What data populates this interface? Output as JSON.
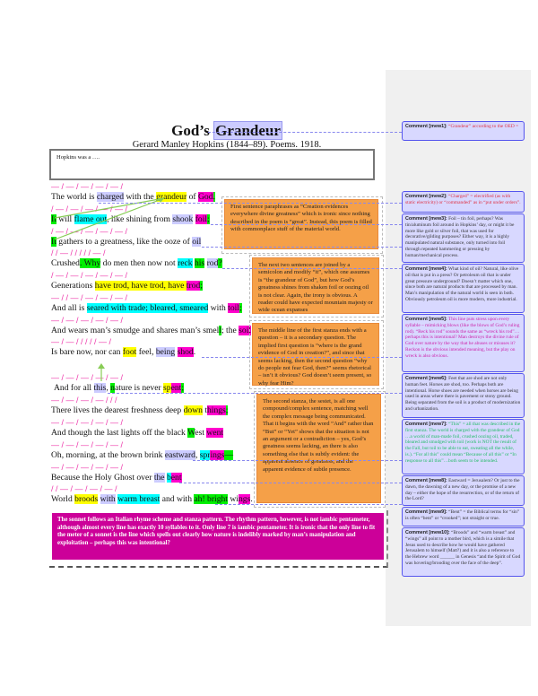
{
  "document": {
    "title_prefix": "God’s ",
    "title_highlight": "Grandeur",
    "subtitle": "Gerard Manley Hopkins (1844–89).  Poems.  1918.",
    "notebox_text": "Hopkins was a ….",
    "poem_lines": [
      {
        "scan": "—  /  — /  —  /  — /  —  /"
      },
      {
        "scan": "/   —  /  —  /  —  /  —  /  —  /"
      },
      {
        "scan": "/  —  /  —  /  —  /  —  /  —  /"
      },
      {
        "scan": "/  /  —  /  /  /  /  /  —  /"
      },
      {
        "scan": "/  — /  —  /  —  /  —  /  —  /"
      },
      {
        "scan": "—  /  /  —  /  —  /  —  /  —  /"
      },
      {
        "scan": "—  /  —  /  —  /  —  /  —  /"
      },
      {
        "scan": "—  /  —  /  /  /  /  /  —  /"
      },
      {
        "scan": "—  /  —  /  —  /  —  /  —  /"
      },
      {
        "scan": "—  /  —  /  —  /  —  /  /  /"
      },
      {
        "scan": "—  /  —  /  —  /  —  /  —  /"
      },
      {
        "scan": "—  /  —  /  —  /  — /  —  /"
      },
      {
        "scan": "—  /  —  /  —  /  —  /  —  /"
      },
      {
        "scan": "/  /  —  /  —  /  —  /  —  /"
      }
    ],
    "lines": {
      "l1": [
        "The world is ",
        "charged",
        " with the ",
        "grandeur",
        " of ",
        "God",
        "."
      ],
      "l2": [
        "It",
        " will ",
        "flame out",
        ", like shining from ",
        "shook",
        " ",
        "foil",
        ";"
      ],
      "l3": [
        "It",
        " gathers to a greatness, like the ooze of ",
        "oil"
      ],
      "l4": [
        "Crushed",
        ". ",
        "Why",
        " do men then now not ",
        "reck",
        " ",
        "his",
        " ",
        "rod",
        "?"
      ],
      "l5": [
        "Generations ",
        "have trod, have trod, have ",
        "trod",
        ";"
      ],
      "l6": [
        "And all is ",
        "seared with trade; bleared, smeared",
        " with ",
        "toil",
        ";"
      ],
      "l7": [
        "And wears man’s smudge and shares man’s smel",
        "l",
        "; the ",
        "soil"
      ],
      "l8": [
        "Is bare now, nor can ",
        "foot",
        " feel, ",
        "being",
        " ",
        "shod",
        "."
      ],
      "l9": [
        "And for all ",
        "this",
        ", ",
        "n",
        "ature is never ",
        "sp",
        "ent",
        ";"
      ],
      "l10": [
        "There lives the dearest freshness deep ",
        "down",
        " ",
        "t",
        "hings",
        ";"
      ],
      "l11": [
        "And though the last lights off the black ",
        "W",
        "est ",
        "went"
      ],
      "l12": [
        "Oh, morning, at the brown brink ",
        "eastward",
        ", ",
        "spr",
        "ings",
        "—"
      ],
      "l13": [
        "Because the Holy Ghost over ",
        "the",
        " ",
        "b",
        "ent"
      ],
      "l14": [
        "World ",
        "broods",
        " ",
        "with",
        " ",
        "warm breast",
        " and with ",
        "ah! bright",
        " wi",
        "ngs",
        "."
      ]
    },
    "orange_notes": [
      "First sentence paraphrases as “Creation evidences everywhere divine greatness” which is ironic since nothing described in the poem is “great”.  Instead, this poem is filled with commonplace stuff of the material world.",
      "The next two sentences are joined by a semicolon and modify “it”, which one assumes is “the grandeur of God”, but how God’s greatness shines from shaken foil or oozing oil is not clear.  Again, the irony is obvious.  A reader could have expected mountain majesty or wide ocean expanses",
      "The middle line of the first stanza ends with a question – it is a secondary question.  The implied first question is “where is the grand evidence of God in creation?”, and since that seems lacking, then the second question  “why do people not fear God, then?” seems rhetorical – isn’t it obvious?  God doesn’t seem present, so why fear Him?",
      "The second stanza, the sestet, is all one compound/complex sentence, matching well the complex message being communicated.  That it begins with the word “And” rather than “But” or “Yet” shows that the situation is not an argument or a contradiction – yes, God’s greatness seems lacking, an there is also something else that is subtly evident: the apparent absence of greatness, and the apparent evidence of subtle presence."
    ],
    "magenta_note": "The sonnet follows an Italian rhyme scheme and stanza pattern.  The rhythm pattern, however, is not iambic pentameter, although almost every line has exactly 10 syllables to it.  Only line 7 is iambic pentameter.  It is ironic that the only line to fit the meter of a sonnet is the line which spells out clearly how nature is indelibly marked by man’s manipulation and exploitation – perhaps this was intentional?"
  },
  "comments": [
    {
      "label": "Comment [mew1]:",
      "text": " “Grandeur” according to the OED ="
    },
    {
      "label": "Comment [mew2]:",
      "text": " “Charged” = electrified (as with static electricity) or “commanded” as in “put under orders”."
    },
    {
      "label": "Comment [mew3]:",
      "text": " Foil – tin foil, perhaps? Was tin/aluminum foil around in Hopkins’ day, or might it be more like gold or silver foil, that was used for decorative/gilding purposes?  Either way, it is a highly manipulated natural substance, only turned into foil through repeated hammering or pressing by human/mechanical process."
    },
    {
      "label": "Comment [mew4]:",
      "text": " What kind of oil?  Natural, like olive oil that is put in a press?  Or petroleum oil that is under great pressure underground?  Doesn’t matter which one, since both are natural products that are processed by man.  Man’s manipulation of the natural world is seen in both.  Obviously petroleum oil is more modern, more industrial."
    },
    {
      "label": "Comment [mew5]:",
      "text": " This line puts stress upon every syllable – mimicking blows (like the blows of God’s ruling rod). “Reck his rod” sounds the same as “wreck his rod”…perhaps this is intentional?  Man destroys the divine rule of God over nature by the way that he abuses or misuses it?  Reckon is the obvious intended meaning, but the play on wreck is also obvious."
    },
    {
      "label": "Comment [mew6]:",
      "text": " Feet that are shod are not only human feet.  Horses are shod, too.  Perhaps both are intentional.  Horse shoes are needed when horses are being used in areas where there is pavement or stony ground.  Being separated from the soil is a product of modernization and urbanization."
    },
    {
      "label": "Comment [mew7]:",
      "text": " “This” = all that was described in the first stanza.  The world is charged with the grandeur of God …a world of man-made foil, crushed oozing oil, traded, bleared and smudged with toil (work is NOT the result of the Fall, but toil to be able to eat, sweating all the while, is.).  “For all this” could mean “Because of all this” or “In response to all this”…both seem to be intended."
    },
    {
      "label": "Comment [mew8]:",
      "text": " Eastward = Jerusalem?  Or just to the dawn, the dawning of a new day, or the promise of a new day – either the hope of the resurrection, or of the return of the Lord?"
    },
    {
      "label": "Comment [mew9]:",
      "text": " “Bent” = the Biblical terms for “sin” is often “bent” or “crooked”; not straight or true."
    },
    {
      "label": "Comment [mew10]:",
      "text": " “Broods” and “warm breast” and “wings” all point to a mother bird, which is a simile that Jesus used to describe how he would have gathered Jerusalem to himself (Matt?) and it is also a reference to the Hebrew word ______ in Genesis “and the Spirit of God was hovering/brooding over the face of the deep”."
    }
  ]
}
